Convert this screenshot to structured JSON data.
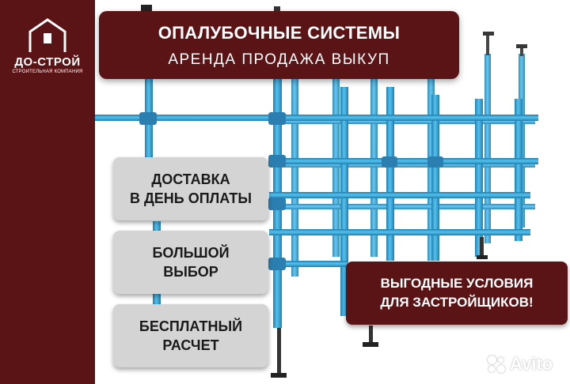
{
  "logo": {
    "name": "ДО-СТРОЙ",
    "subtitle": "СТРОИТЕЛЬНАЯ КОМПАНИЯ",
    "icon": "house-icon"
  },
  "banner": {
    "line1": "ОПАЛУБОЧНЫЕ СИСТЕМЫ",
    "line2": "АРЕНДА  ПРОДАЖА  ВЫКУП"
  },
  "cards": [
    {
      "line1": "ДОСТАВКА",
      "line2": "В ДЕНЬ ОПЛАТЫ"
    },
    {
      "line1": "БОЛЬШОЙ",
      "line2": "ВЫБОР"
    },
    {
      "line1": "БЕСПЛАТНЫЙ",
      "line2": "РАСЧЕТ"
    }
  ],
  "promo": {
    "line1": "ВЫГОДНЫЕ УСЛОВИЯ",
    "line2": "ДЛЯ ЗАСТРОЙЩИКОВ!"
  },
  "watermark": {
    "text": "Avito",
    "icon": "avito-dots-icon"
  },
  "colors": {
    "brand": "#5a1416",
    "card": "#d4d4d4",
    "scaffold": "#3fa9d9",
    "scaffold_dark": "#1f6f99"
  }
}
